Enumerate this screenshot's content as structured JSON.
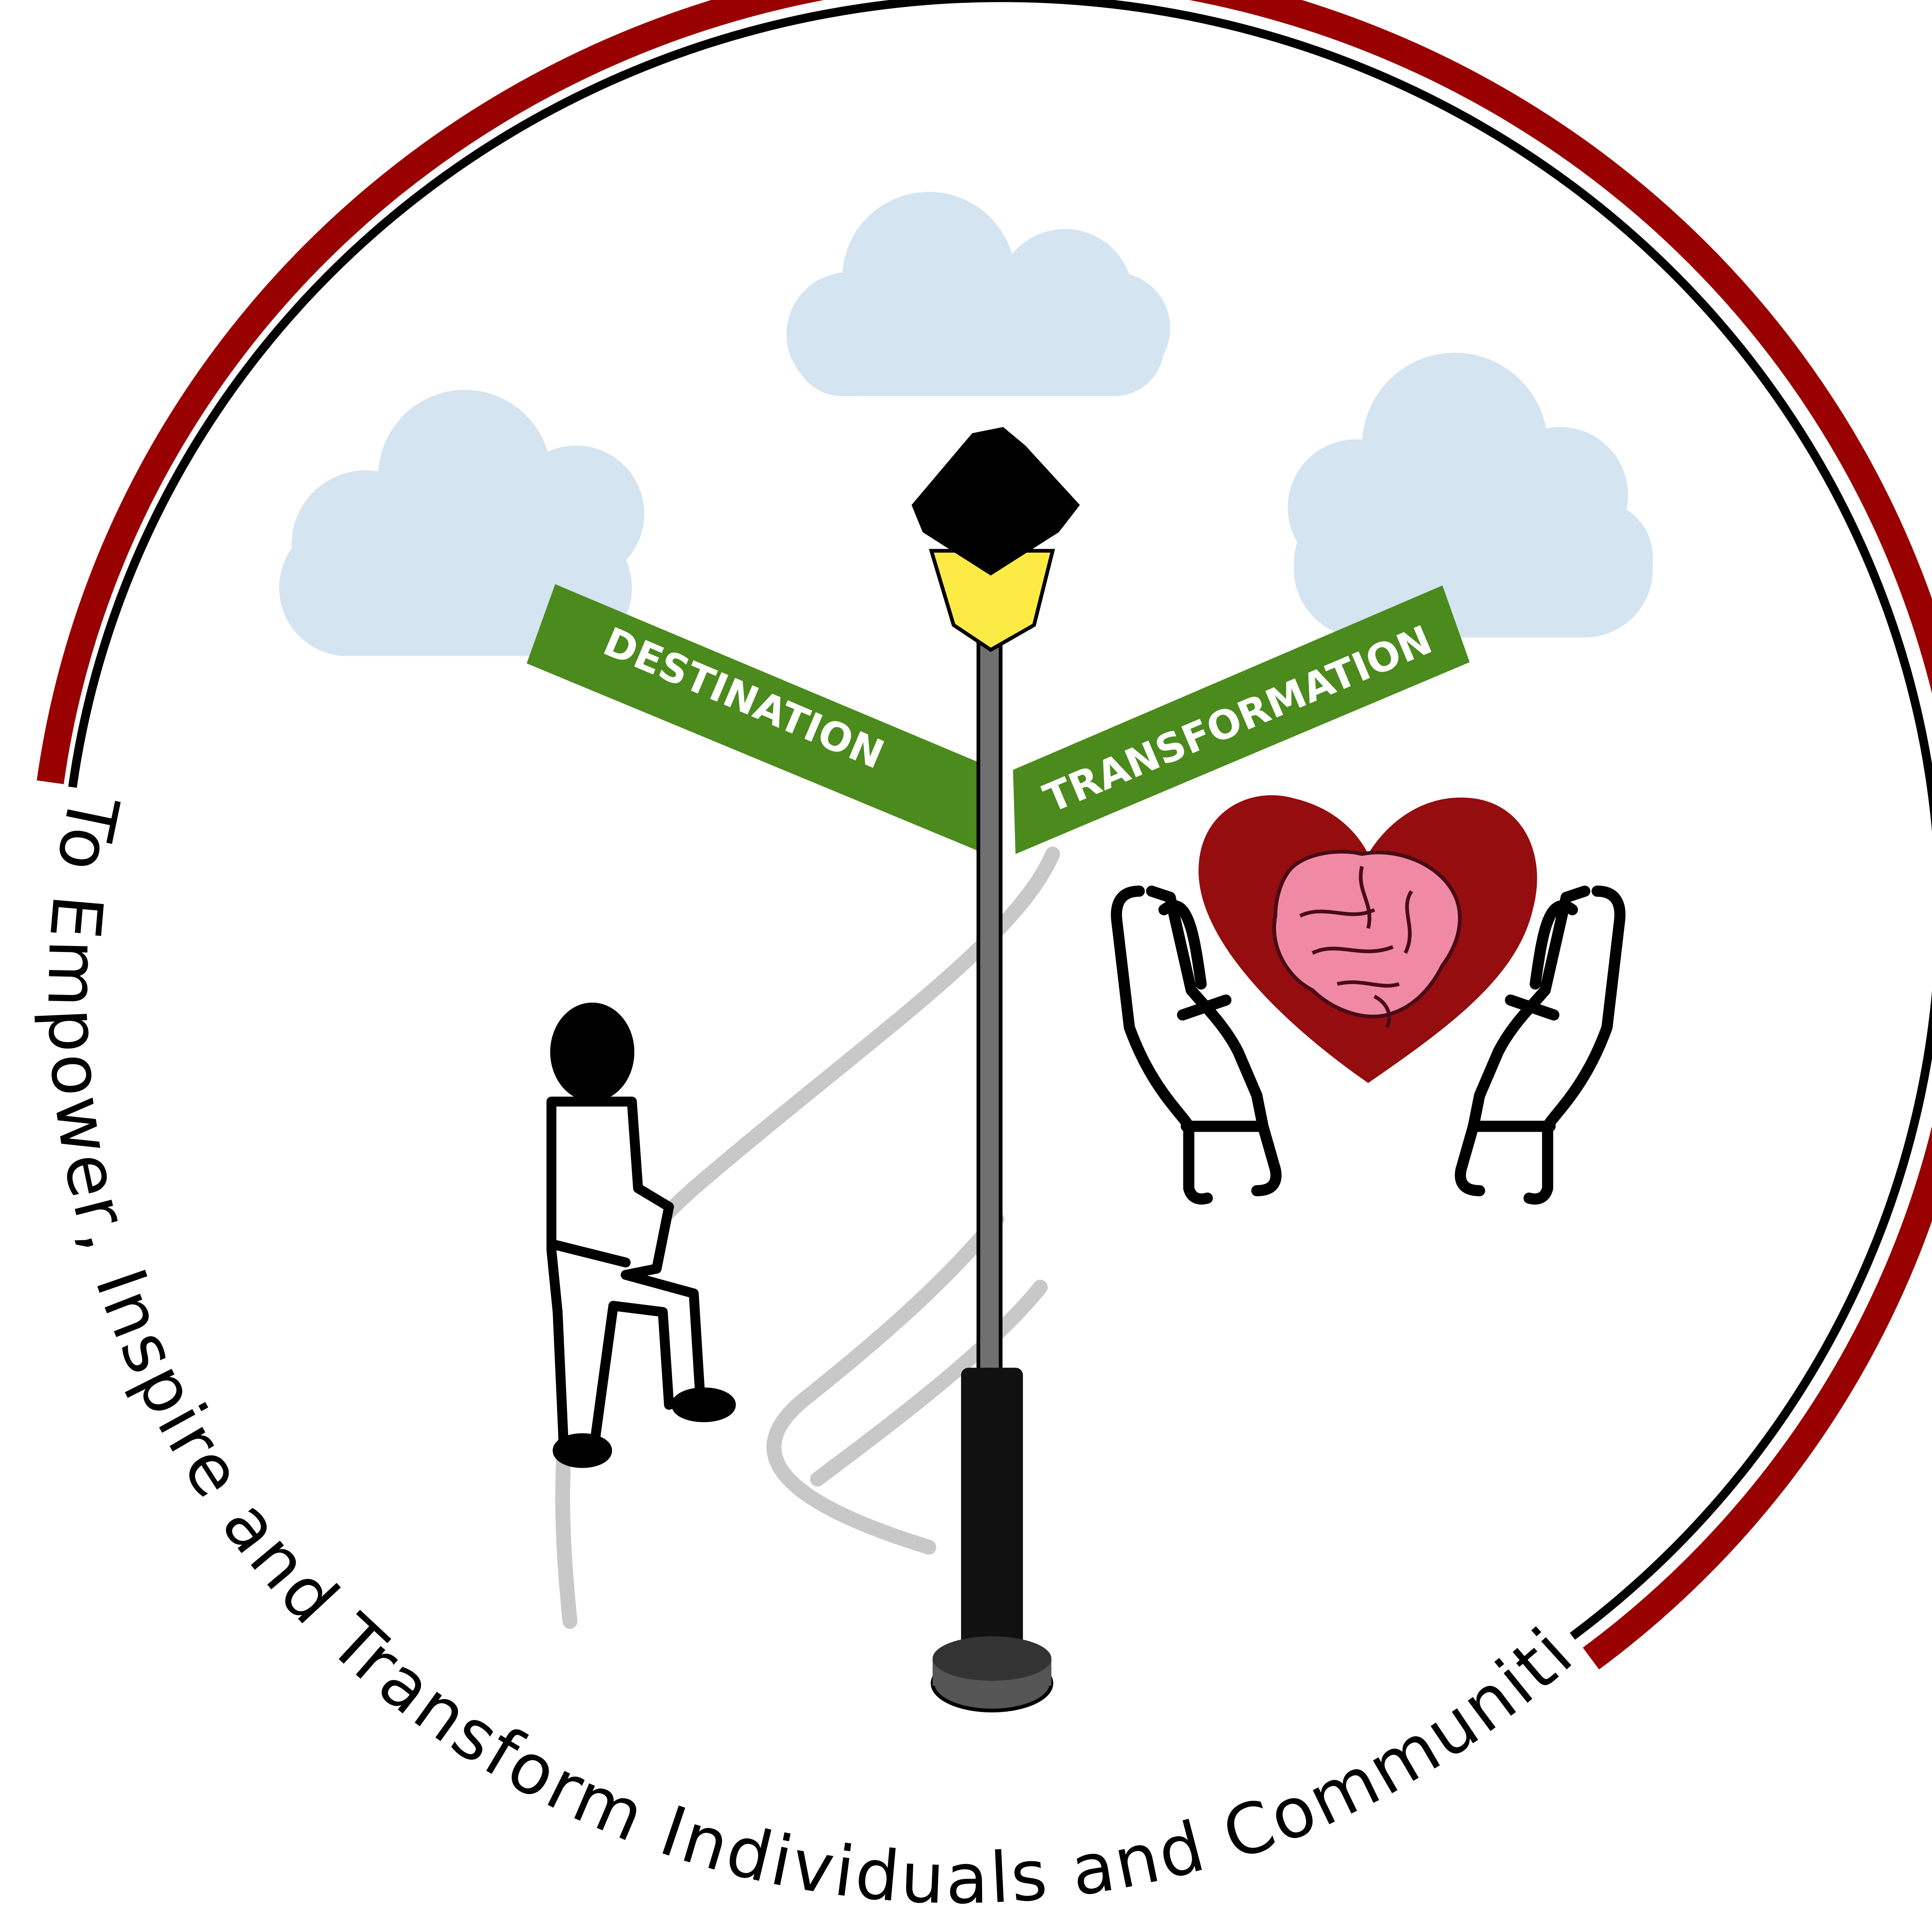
{
  "signs": {
    "left": "DESTINATION",
    "right": "TRANSFORMATION"
  },
  "motto": "To Empower, Inspire and Transform Individuals and Communities",
  "colors": {
    "ring": "#990000",
    "sign": "#4b8a1c",
    "cloud": "#d4e4f1",
    "lamp_glass": "#fdeb45",
    "heart": "#950d0f",
    "brain": "#f08aa4",
    "pole": "#707070"
  },
  "icons": [
    "cloud-icon",
    "street-lamp-icon",
    "walking-person-icon",
    "heart-icon",
    "brain-icon",
    "open-hands-icon"
  ]
}
